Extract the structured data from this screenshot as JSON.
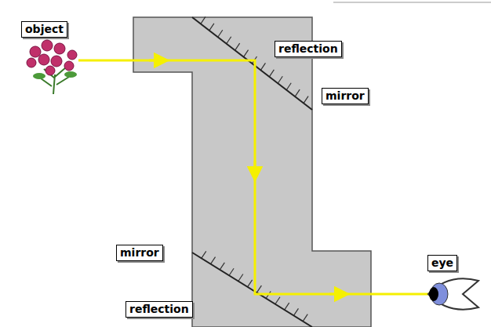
{
  "diagram": {
    "labels": [
      "object",
      "reflection",
      "mirror",
      "mirror",
      "reflection",
      "eye"
    ]
  }
}
